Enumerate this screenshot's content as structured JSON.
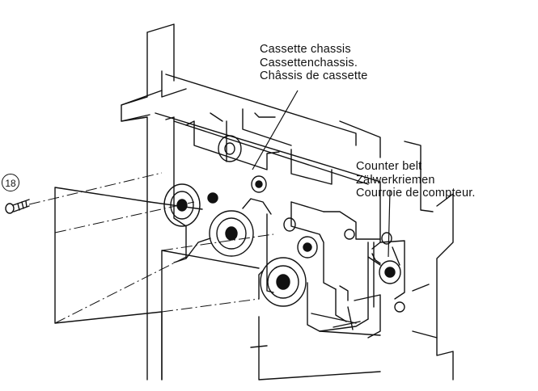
{
  "callouts": {
    "cassette_chassis": [
      "Cassette chassis",
      "Cassettenchassis.",
      "Châssis de cassette"
    ],
    "counter_belt": [
      "Counter belt",
      "Zälwerkriemen",
      "Courroie de compteur."
    ]
  },
  "part_number": "18",
  "colors": {
    "line": "#111111",
    "background": "#ffffff"
  }
}
